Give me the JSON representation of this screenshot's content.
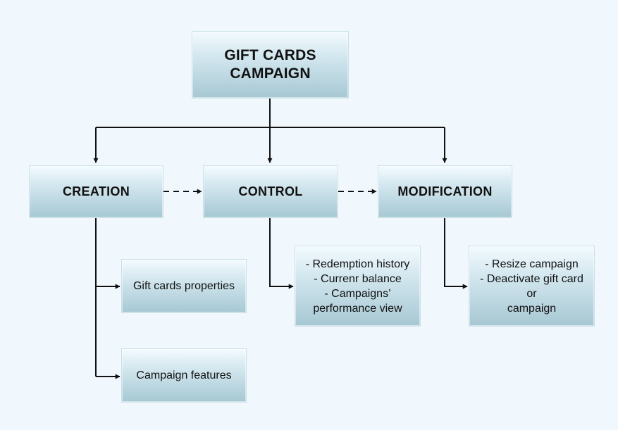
{
  "root": {
    "title_line1": "GIFT CARDS",
    "title_line2": "CAMPAIGN"
  },
  "stages": {
    "creation": "CREATION",
    "control": "CONTROL",
    "modification": "MODIFICATION"
  },
  "creation_items": {
    "properties": "Gift cards properties",
    "features": "Campaign features"
  },
  "control_items": {
    "line1": "- Redemption history",
    "line2": "- Currenr balance",
    "line3": "- Campaigns’",
    "line4": "performance view"
  },
  "modification_items": {
    "line1": "- Resize campaign",
    "line2": "- Deactivate gift card",
    "line3": "or",
    "line4": "campaign"
  },
  "colors": {
    "background": "#f1f8fd",
    "box_top": "#f3fbff",
    "box_bottom": "#a6c8d3",
    "connector": "#111111"
  }
}
